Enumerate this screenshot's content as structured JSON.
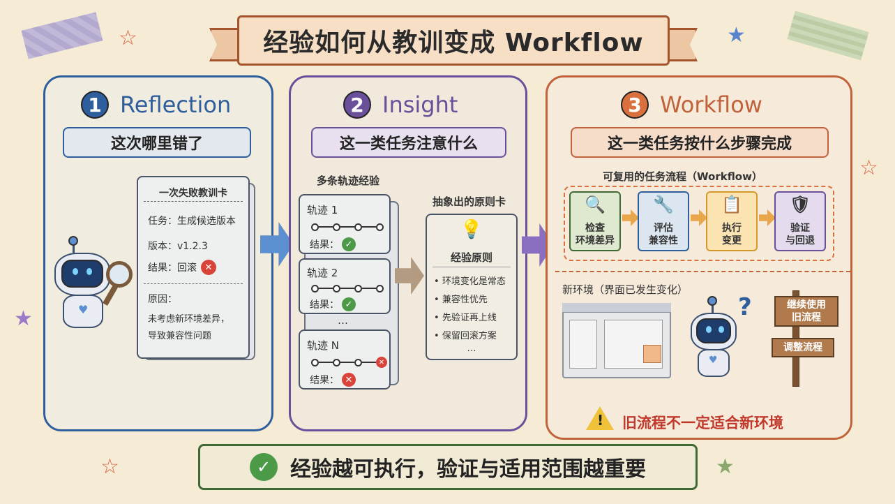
{
  "title": "经验如何从教训变成 Workflow",
  "panel1": {
    "number": "1",
    "title": "Reflection",
    "subtitle": "这次哪里错了",
    "card_title": "一次失败教训卡",
    "task": "任务：生成候选版本",
    "version": "版本：v1.2.3",
    "result": "结果：回滚",
    "reason_label": "原因：",
    "reason_line1": "未考虑新环境差异，",
    "reason_line2": "导致兼容性问题"
  },
  "panel2": {
    "number": "2",
    "title": "Insight",
    "subtitle": "这一类任务注意什么",
    "traj_header": "多条轨迹经验",
    "traj1": "轨迹 1",
    "traj2": "轨迹 2",
    "trajN": "轨迹 N",
    "result_label": "结果：",
    "ellipsis": "…",
    "principle_header": "抽象出的原则卡",
    "principle_title": "经验原则",
    "principles": [
      "环境变化是常态",
      "兼容性优先",
      "先验证再上线",
      "保留回滚方案"
    ],
    "principle_more": "…"
  },
  "panel3": {
    "number": "3",
    "title": "Workflow",
    "subtitle": "这一类任务按什么步骤完成",
    "flow_header": "可复用的任务流程（Workflow）",
    "steps": [
      {
        "line1": "检查",
        "line2": "环境差异",
        "icon": "magnifier-icon"
      },
      {
        "line1": "评估",
        "line2": "兼容性",
        "icon": "wrench-icon"
      },
      {
        "line1": "执行",
        "line2": "变更",
        "icon": "checklist-icon"
      },
      {
        "line1": "验证",
        "line2": "与回退",
        "icon": "shield-icon"
      }
    ],
    "new_env": "新环境（界面已发生变化）",
    "sign1_l1": "继续使用",
    "sign1_l2": "旧流程",
    "sign2": "调整流程",
    "warning": "旧流程不一定适合新环境",
    "question": "?"
  },
  "footer": "经验越可执行，验证与适用范围越重要",
  "colors": {
    "blue": "#2f5e9c",
    "purple": "#6a4f9a",
    "orange": "#c0623a",
    "green": "#3f6a35",
    "warning_red": "#c0392b"
  }
}
